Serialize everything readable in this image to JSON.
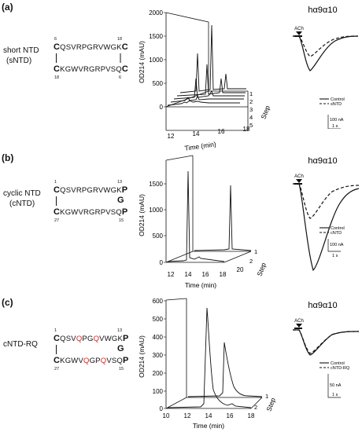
{
  "panels": [
    {
      "letter": "(a)",
      "name_line1": "short NTD",
      "name_line2": "(sNTD)",
      "seq_top": [
        "C",
        "QSVRPGRVWGK",
        "C"
      ],
      "seq_bottom": [
        "C",
        "KGWVRGRPVSQ",
        "C"
      ],
      "nums": {
        "tl": "6",
        "tr": "18",
        "bl": "18",
        "br": "6"
      },
      "chrom": {
        "ylabel": "OD214 (mAU)",
        "xlabel": "Time (min)",
        "depth_label": "Step",
        "yticks": [
          "2000",
          "1500",
          "1000",
          "500",
          "0"
        ],
        "xticks": [
          "12",
          "14",
          "16",
          "18"
        ],
        "steps": [
          "1",
          "2",
          "3",
          "4",
          "5"
        ]
      },
      "trace": {
        "title": "hα9α10",
        "stim": "ACh",
        "legend": [
          "Control",
          "sNTD"
        ],
        "scale_v": "100 nA",
        "scale_t": "1 s"
      }
    },
    {
      "letter": "(b)",
      "name_line1": "cyclic NTD",
      "name_line2": "(cNTD)",
      "seq_top": [
        "C",
        "QSVRPGRVWGK",
        "P"
      ],
      "seq_mid": "G",
      "seq_bottom": [
        "C",
        "KGWVRGRPVSQ",
        "P"
      ],
      "nums": {
        "tl": "1",
        "tr": "13",
        "bl": "27",
        "br": "15"
      },
      "chrom": {
        "ylabel": "OD214 (mAU)",
        "xlabel": "Time (min)",
        "depth_label": "Step",
        "yticks": [
          "1500",
          "1000",
          "500",
          "0"
        ],
        "xticks": [
          "12",
          "14",
          "16",
          "18",
          "20"
        ],
        "steps": [
          "1",
          "2"
        ]
      },
      "trace": {
        "title": "hα9α10",
        "stim": "ACh",
        "legend": [
          "Control",
          "cNTD"
        ],
        "scale_v": "100 nA",
        "scale_t": "1 s"
      }
    },
    {
      "letter": "(c)",
      "name_line1": "cNTD-RQ",
      "seq_top_parts": [
        "C",
        "QSV",
        "Q",
        "PG",
        "Q",
        "VWGK",
        "P"
      ],
      "seq_mid": "G",
      "seq_bottom_parts": [
        "C",
        "KGWV",
        "Q",
        "GP",
        "Q",
        "VSQ",
        "P"
      ],
      "nums": {
        "tl": "1",
        "tr": "13",
        "bl": "27",
        "br": "15"
      },
      "chrom": {
        "ylabel": "OD214 (mAU)",
        "xlabel": "Time (min)",
        "depth_label": "Step",
        "yticks": [
          "600",
          "500",
          "400",
          "300",
          "200",
          "100",
          "0"
        ],
        "xticks": [
          "10",
          "12",
          "14",
          "16",
          "18"
        ],
        "steps": [
          "1",
          "2"
        ]
      },
      "trace": {
        "title": "hα9α10",
        "stim": "ACh",
        "legend": [
          "Control",
          "cNTD-RQ"
        ],
        "scale_v": "50 nA",
        "scale_t": "1 s"
      }
    }
  ]
}
